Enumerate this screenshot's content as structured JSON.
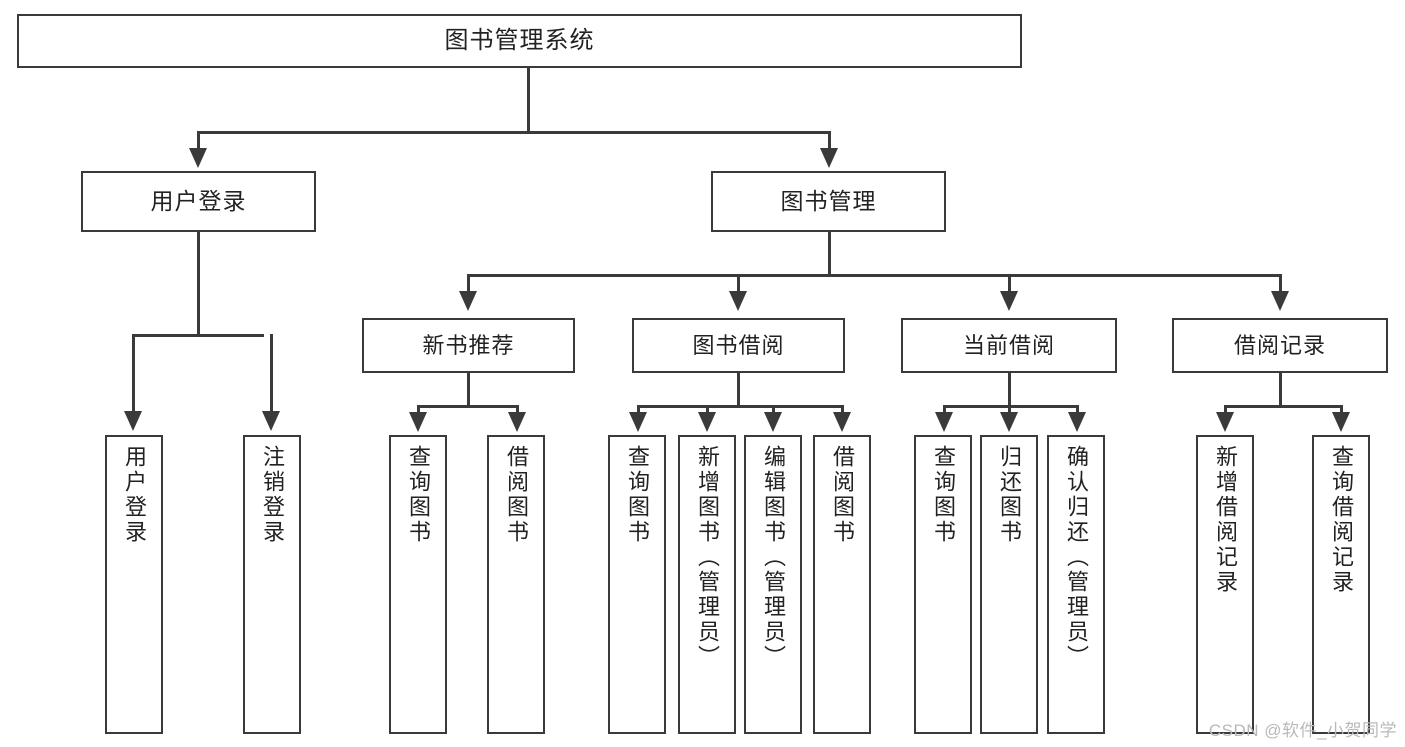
{
  "diagram": {
    "title": "图书管理系统",
    "type": "tree-hierarchy",
    "root": {
      "label": "图书管理系统"
    },
    "level2": [
      {
        "label": "用户登录"
      },
      {
        "label": "图书管理"
      }
    ],
    "level3": [
      {
        "label": "新书推荐"
      },
      {
        "label": "图书借阅"
      },
      {
        "label": "当前借阅"
      },
      {
        "label": "借阅记录"
      }
    ],
    "leaves": {
      "user_login": [
        {
          "label": "用户登录"
        },
        {
          "label": "注销登录"
        }
      ],
      "new_book_recommend": [
        {
          "label": "查询图书"
        },
        {
          "label": "借阅图书"
        }
      ],
      "book_borrow": [
        {
          "label": "查询图书"
        },
        {
          "label": "新增图书（管理员）"
        },
        {
          "label": "编辑图书（管理员）"
        },
        {
          "label": "借阅图书"
        }
      ],
      "current_borrow": [
        {
          "label": "查询图书"
        },
        {
          "label": "归还图书"
        },
        {
          "label": "确认归还（管理员）"
        }
      ],
      "borrow_record": [
        {
          "label": "新增借阅记录"
        },
        {
          "label": "查询借阅记录"
        }
      ]
    }
  },
  "watermark": {
    "text": "CSDN @软件_小贺同学"
  },
  "colors": {
    "border": "#3a3a3a",
    "text": "#222222",
    "background": "#ffffff",
    "watermark": "#b9b9b9"
  }
}
